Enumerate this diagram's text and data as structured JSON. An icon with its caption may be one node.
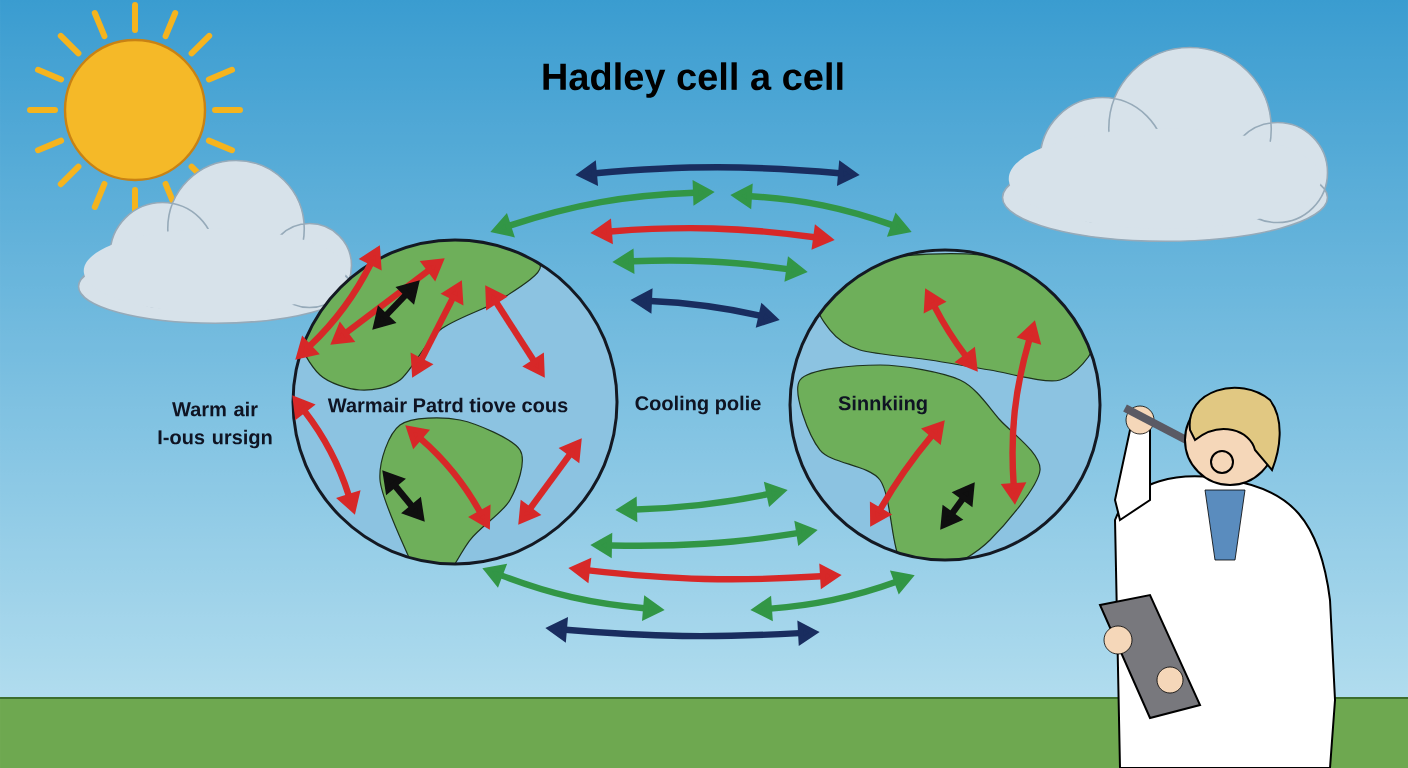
{
  "diagram": {
    "title": "Hadley cell a cell",
    "labels": [
      "Warm air I-ous ursign",
      "Warmair Patrd tiove cous",
      "Cooling polie",
      "Sinnkiing"
    ]
  }
}
